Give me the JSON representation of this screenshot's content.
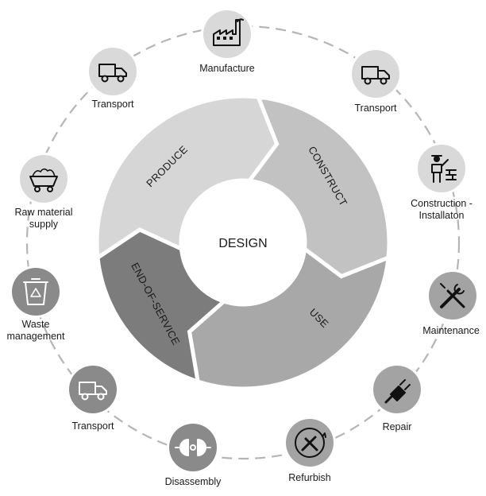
{
  "center": {
    "label": "DESIGN"
  },
  "segments": [
    {
      "id": "produce",
      "label": "PRODUCE",
      "color": "#d6d6d6"
    },
    {
      "id": "construct",
      "label": "CONSTRUCT",
      "color": "#c2c2c2"
    },
    {
      "id": "use",
      "label": "USE",
      "color": "#a8a8a8"
    },
    {
      "id": "end",
      "label": "END-OF-SERVICE",
      "color": "#7c7c7c"
    }
  ],
  "stages": [
    {
      "id": "manufacture",
      "label": [
        "Manufacture"
      ],
      "icon": "factory-icon",
      "color": "#d9d9d9"
    },
    {
      "id": "transport-1",
      "label": [
        "Transport"
      ],
      "icon": "truck-icon",
      "color": "#d9d9d9"
    },
    {
      "id": "construction",
      "label": [
        "Construction  -",
        "Installaton"
      ],
      "icon": "construction-worker-icon",
      "color": "#d9d9d9"
    },
    {
      "id": "maintenance",
      "label": [
        "Maintenance"
      ],
      "icon": "wrench-screwdriver-icon",
      "color": "#a3a3a3"
    },
    {
      "id": "repair",
      "label": [
        "Repair"
      ],
      "icon": "plug-icon",
      "color": "#a3a3a3"
    },
    {
      "id": "refurbish",
      "label": [
        "Refurbish"
      ],
      "icon": "tools-cycle-icon",
      "color": "#a3a3a3"
    },
    {
      "id": "disassembly",
      "label": [
        "Disassembly"
      ],
      "icon": "disassembly-icon",
      "color": "#8a8a8a"
    },
    {
      "id": "transport-2",
      "label": [
        "Transport"
      ],
      "icon": "truck-icon",
      "color": "#8a8a8a"
    },
    {
      "id": "waste",
      "label": [
        "Waste",
        "management"
      ],
      "icon": "recycle-bin-icon",
      "color": "#8a8a8a"
    },
    {
      "id": "raw-material",
      "label": [
        "Raw material",
        "supply"
      ],
      "icon": "mine-cart-icon",
      "color": "#d9d9d9"
    },
    {
      "id": "transport-3",
      "label": [
        "Transport"
      ],
      "icon": "truck-icon",
      "color": "#d9d9d9"
    }
  ],
  "ring": {
    "color": "#b5b5b5"
  }
}
